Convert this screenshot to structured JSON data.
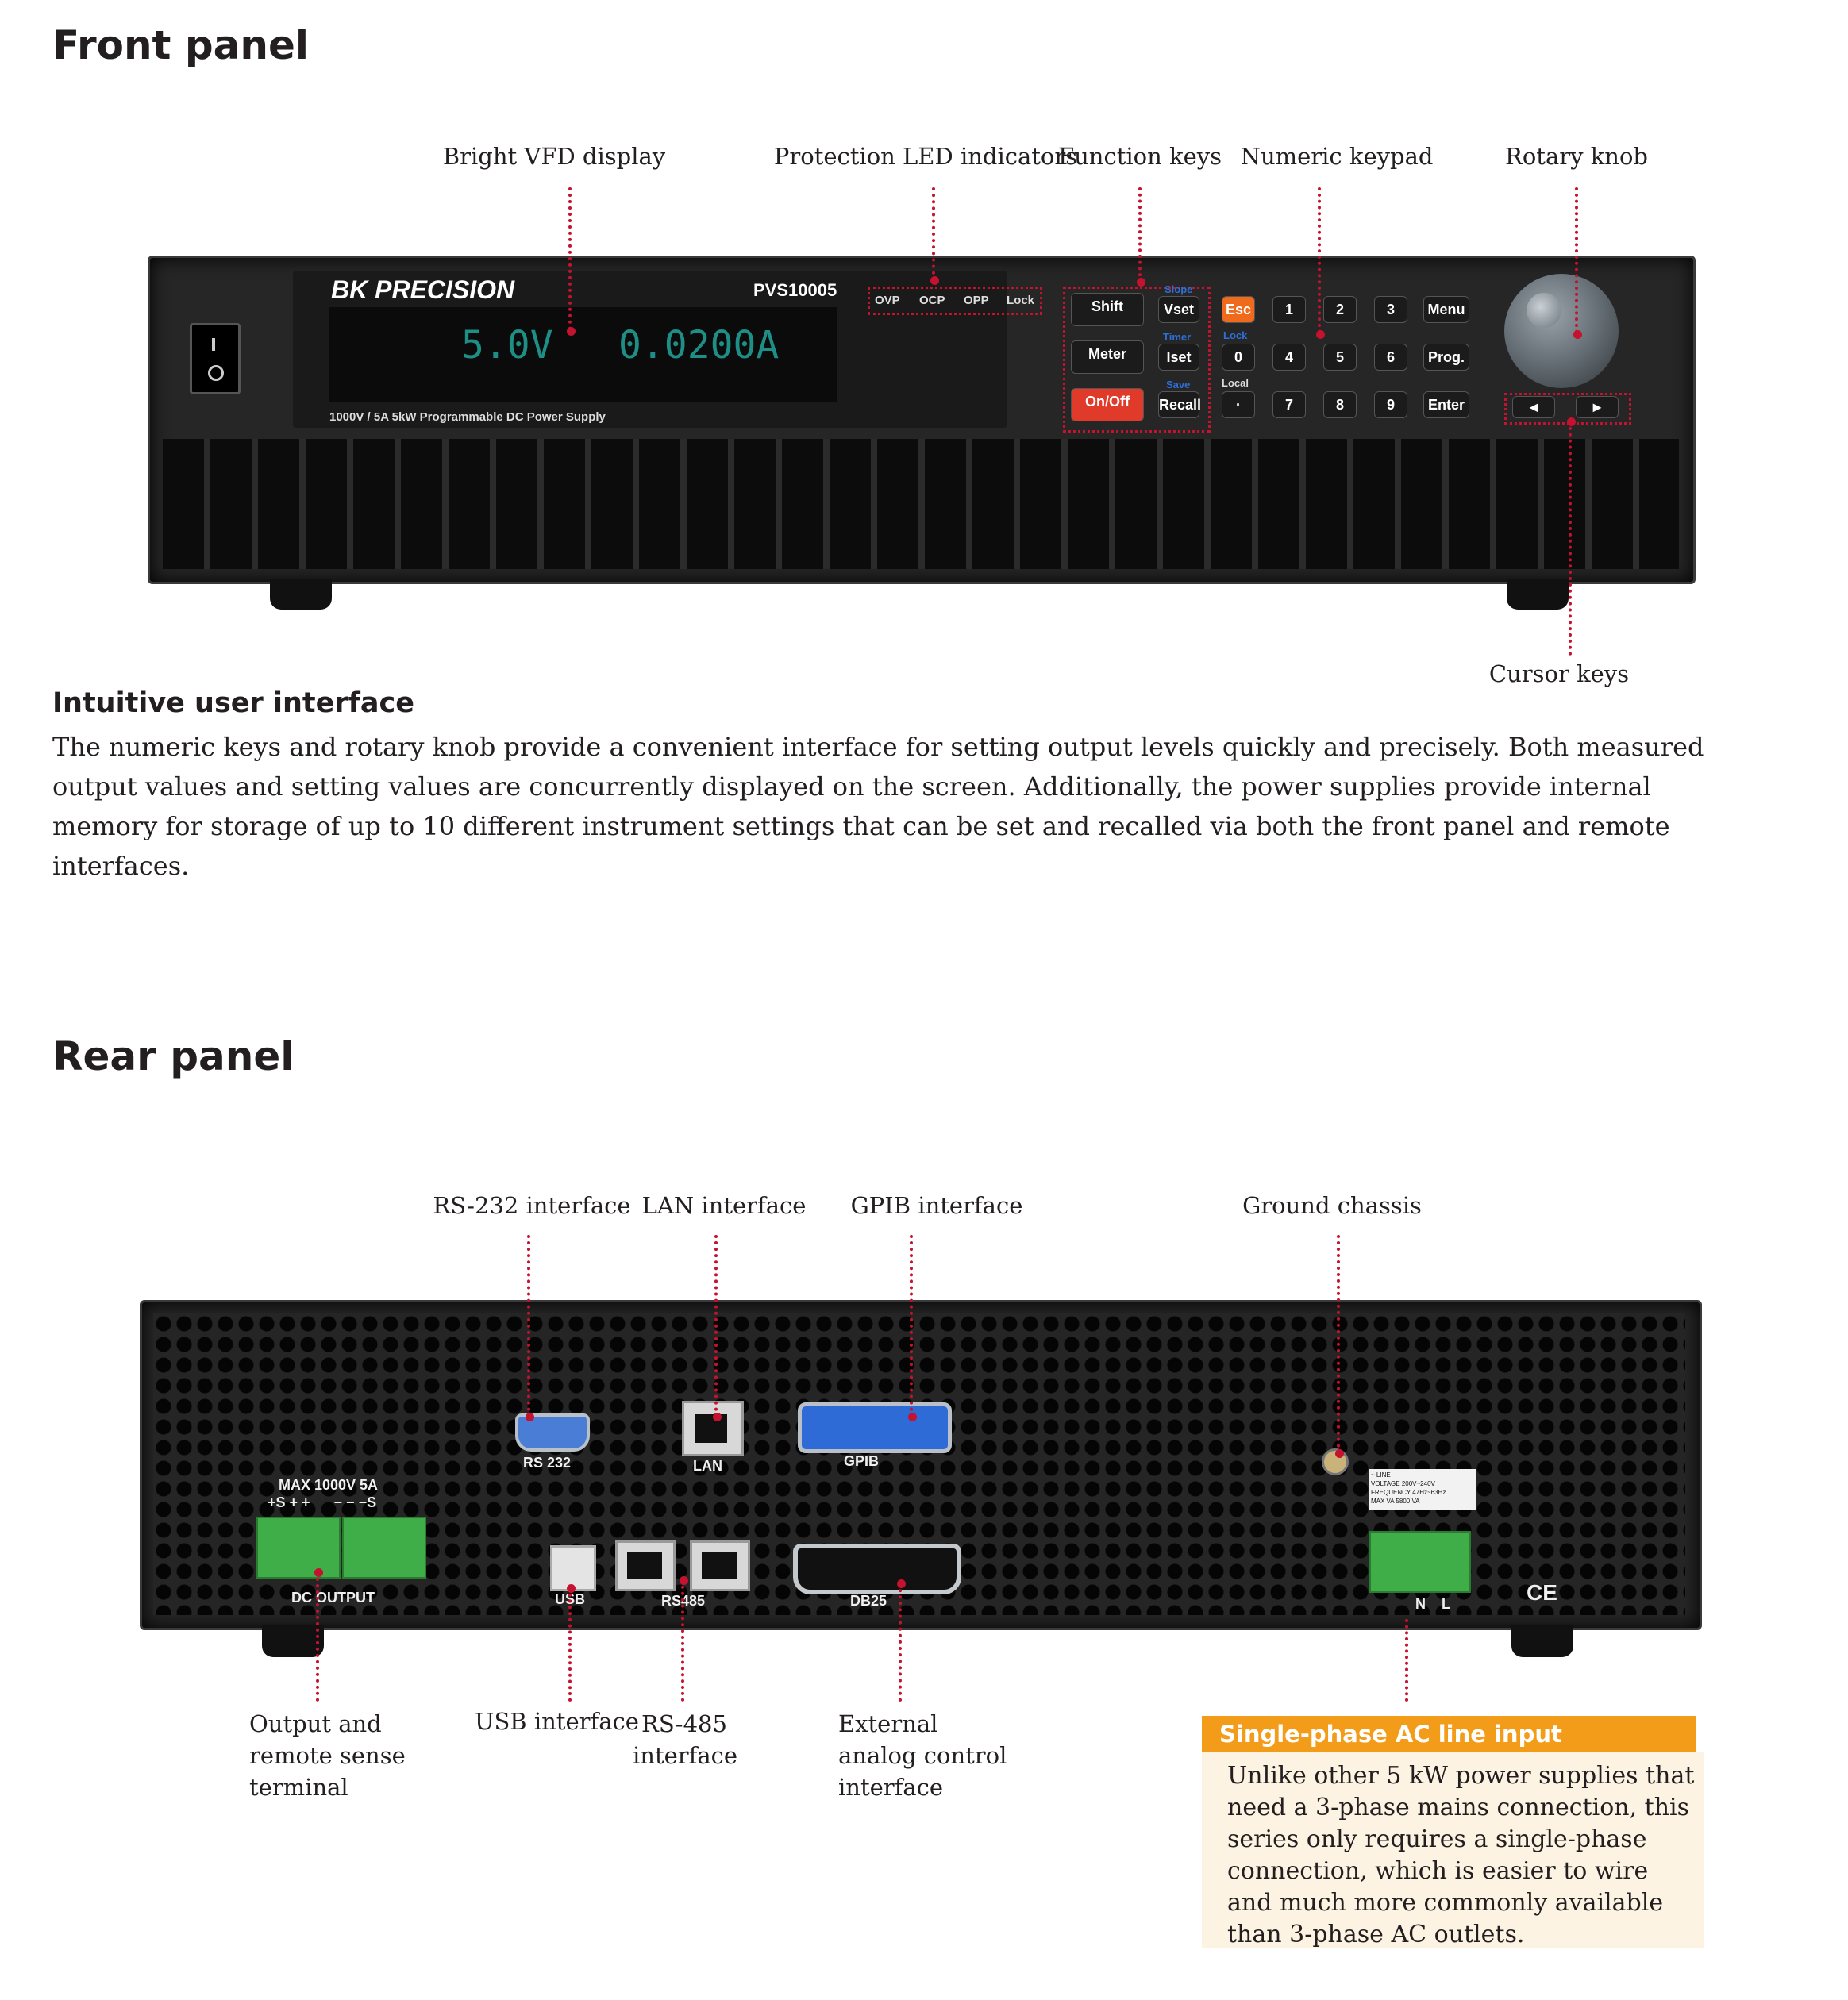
{
  "front": {
    "heading": "Front panel",
    "callouts": {
      "display": "Bright VFD display",
      "leds": "Protection LED indicators",
      "function_keys": "Function keys",
      "keypad": "Numeric keypad",
      "knob": "Rotary knob",
      "cursor": "Cursor keys"
    },
    "device": {
      "brand": "BK PRECISION",
      "model": "PVS10005",
      "descriptor": "1000V / 5A 5kW Programmable DC Power Supply",
      "voltage_reading": "5.0V",
      "current_reading": "0.0200A",
      "leds": [
        "OVP",
        "OCP",
        "OPP",
        "Lock"
      ],
      "function_keys": [
        "Shift",
        "Meter",
        "On/Off"
      ],
      "set_keys": [
        "Vset",
        "Iset",
        "Recall"
      ],
      "shift_labels": [
        "Slope",
        "Timer",
        "Save"
      ],
      "keypad_row1": [
        "Esc",
        "1",
        "2",
        "3",
        "Menu"
      ],
      "keypad_row2": [
        "0",
        "4",
        "5",
        "6",
        "Prog."
      ],
      "keypad_row3": [
        "·",
        "7",
        "8",
        "9",
        "Enter"
      ],
      "keypad_shift": [
        "Lock",
        "Local"
      ],
      "cursor_left": "◄",
      "cursor_right": "►"
    },
    "subheading": "Intuitive user interface",
    "paragraph": "The numeric keys and rotary knob provide a convenient interface for setting output levels quickly and precisely. Both measured output values and setting values are concurrently displayed on the screen. Additionally, the power supplies provide internal memory for storage of up to 10 different instrument settings that can be set and recalled via both the front panel and remote interfaces."
  },
  "rear": {
    "heading": "Rear panel",
    "callouts": {
      "rs232": "RS-232 interface",
      "lan": "LAN interface",
      "gpib": "GPIB interface",
      "ground": "Ground chassis",
      "output": "Output and remote sense terminal",
      "usb": "USB interface",
      "rs485": "RS-485 interface",
      "analog": "External analog control interface"
    },
    "device": {
      "rs232": "RS 232",
      "lan": "LAN",
      "gpib": "GPIB",
      "usb": "USB",
      "rs485": "RS485",
      "db25": "DB25",
      "dc_output": "DC OUTPUT",
      "max_rating": "MAX  1000V  5A",
      "terminals": "+S + +      − − −S",
      "line": "N    L",
      "ac_table": [
        "VOLTAGE 200V~240V",
        "FREQUENCY 47Hz~63Hz",
        "MAX VA 5800 VA"
      ],
      "ac_header": "~ LINE",
      "marks": "CE"
    },
    "ac_box": {
      "title": "Single-phase AC line input",
      "body": "Unlike other 5 kW power supplies that need a 3-phase mains connection, this series only requires a single-phase connection, which is easier to wire and much more commonly available than 3-phase AC outlets."
    }
  }
}
